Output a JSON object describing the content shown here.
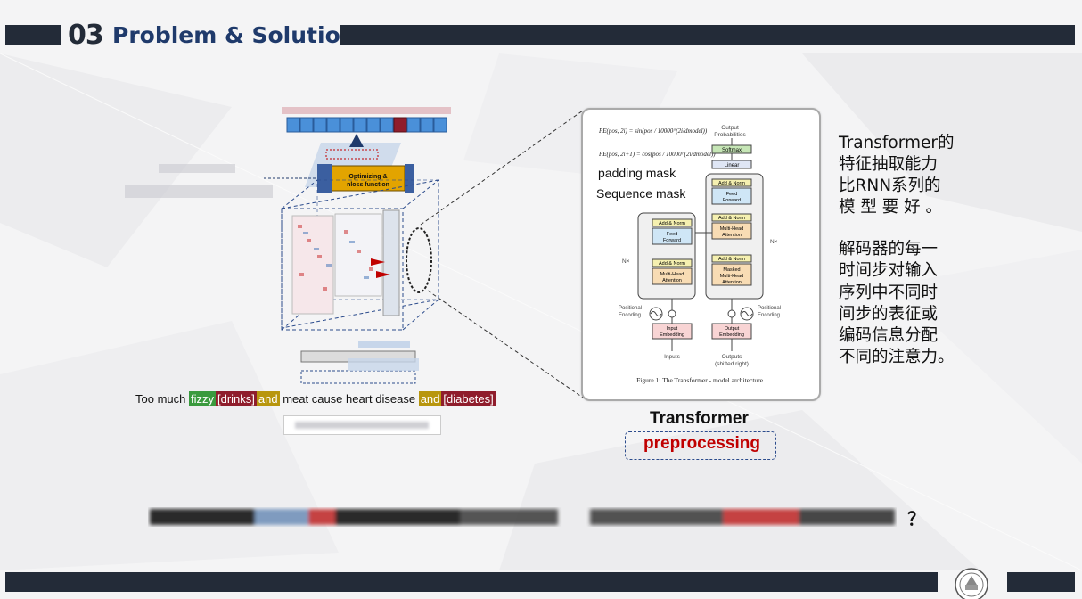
{
  "header": {
    "slide_number": "03",
    "title": "Problem & Solution"
  },
  "left_diagram": {
    "box_label": "Optimizing & nloss function",
    "sentence": {
      "prefix": "Too much ",
      "word_fizzy": "fizzy",
      "word_drinks": "[drinks]",
      "word_and1": "and",
      "middle": " meat cause heart disease ",
      "word_and2": "and",
      "word_diabetes": "[diabetes]"
    }
  },
  "paper_figure": {
    "formula_1": "PE(pos, 2i) = sin(pos / 10000^(2i/dmodel))",
    "formula_2": "PE(pos, 2i+1) = cos(pos / 10000^(2i/dmodel))",
    "mask_label_1": "padding mask",
    "mask_label_2": "Sequence mask",
    "output_probabilities": "Output Probabilities",
    "softmax": "Softmax",
    "linear": "Linear",
    "add_norm": "Add & Norm",
    "feed_forward": "Feed Forward",
    "multi_head": "Multi-Head Attention",
    "masked_multi_head": "Masked Multi-Head Attention",
    "nx": "N×",
    "positional_encoding": "Positional Encoding",
    "input_embedding": "Input Embedding",
    "output_embedding": "Output Embedding",
    "inputs": "Inputs",
    "outputs": "Outputs (shifted right)",
    "caption": "Figure 1: The Transformer - model architecture."
  },
  "labels": {
    "transformer": "Transformer",
    "preprocessing": "preprocessing"
  },
  "side_text": {
    "p1_lines": [
      "Transformer的",
      "特征抽取能力",
      "比RNN系列的",
      "模 型 要 好 。"
    ],
    "p2_lines": [
      "解码器的每一",
      "时间步对输入",
      "序列中不同时",
      "间步的表征或",
      "编码信息分配",
      "不同的注意力。"
    ]
  },
  "footer": {
    "question_mark": "？"
  },
  "colors": {
    "bar": "#232b38",
    "title": "#1f3a6b",
    "accent_red": "#c00000",
    "highlight_green": "#3a9a3e",
    "highlight_red": "#8f1d2c",
    "highlight_gold": "#b8960e"
  }
}
